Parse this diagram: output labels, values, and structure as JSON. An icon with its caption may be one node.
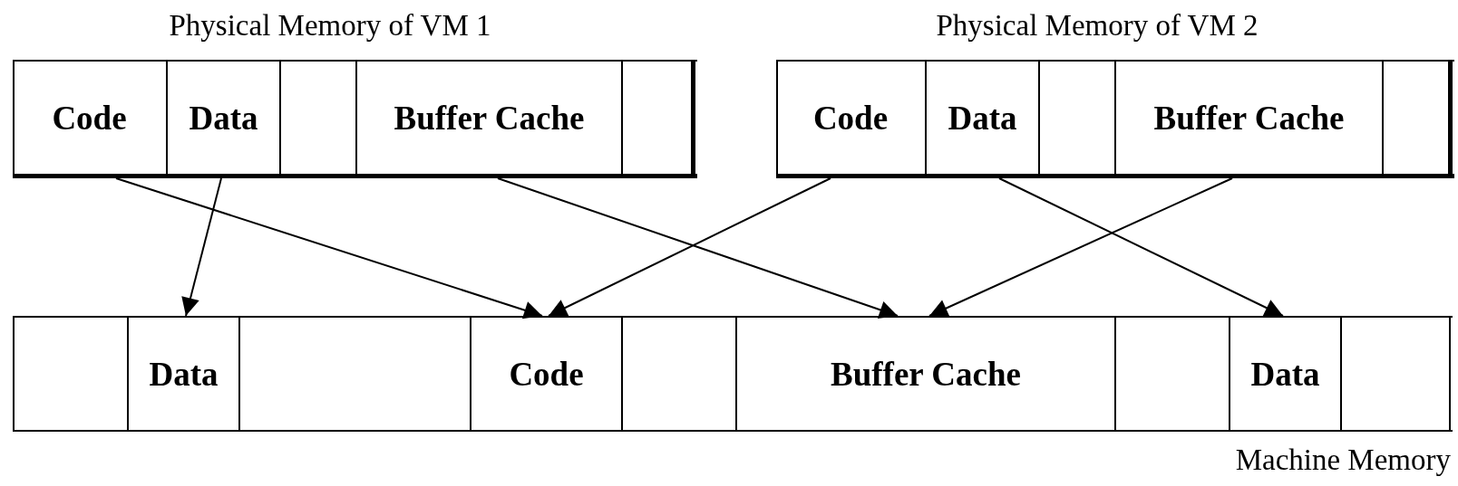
{
  "diagram": {
    "nodes": [
      {
        "text": [
          "Physical Memory of VM 1"
        ]
      },
      {
        "text": [
          "Code"
        ],
        "in": 0
      },
      {
        "text": [
          "Data"
        ],
        "in": 0
      },
      {
        "text": [],
        "shape": "box",
        "in": 0
      },
      {
        "text": [
          "Buffer Cache"
        ],
        "in": 0
      },
      {
        "text": [],
        "shape": "box",
        "in": 0
      },
      {
        "text": [
          "Physical Memory of VM 2"
        ]
      },
      {
        "text": [
          "Code"
        ],
        "in": 6
      },
      {
        "text": [
          "Data"
        ],
        "in": 6
      },
      {
        "text": [],
        "shape": "box",
        "in": 6
      },
      {
        "text": [
          "Buffer Cache"
        ],
        "in": 6
      },
      {
        "text": [],
        "shape": "box",
        "in": 6
      },
      {
        "text": [
          "Machine Memory"
        ]
      },
      {
        "text": [],
        "shape": "box",
        "in": 12
      },
      {
        "text": [
          "Data"
        ],
        "in": 12
      },
      {
        "text": [],
        "shape": "box",
        "in": 12
      },
      {
        "text": [
          "Code"
        ],
        "in": 12
      },
      {
        "text": [],
        "shape": "box",
        "in": 12
      },
      {
        "text": [
          "Buffer Cache"
        ],
        "in": 12
      },
      {
        "text": [],
        "shape": "box",
        "in": 12
      },
      {
        "text": [
          "Data"
        ],
        "in": 12
      },
      {
        "text": [],
        "shape": "box",
        "in": 12
      }
    ],
    "edges": [
      {
        "from": 1,
        "to": 16,
        "arrow": "to"
      },
      {
        "from": 2,
        "to": 14,
        "arrow": "to"
      },
      {
        "from": 4,
        "to": 18,
        "arrow": "to"
      },
      {
        "from": 7,
        "to": 16,
        "arrow": "to"
      },
      {
        "from": 8,
        "to": 20,
        "arrow": "to"
      },
      {
        "from": 10,
        "to": 18,
        "arrow": "to"
      }
    ]
  }
}
